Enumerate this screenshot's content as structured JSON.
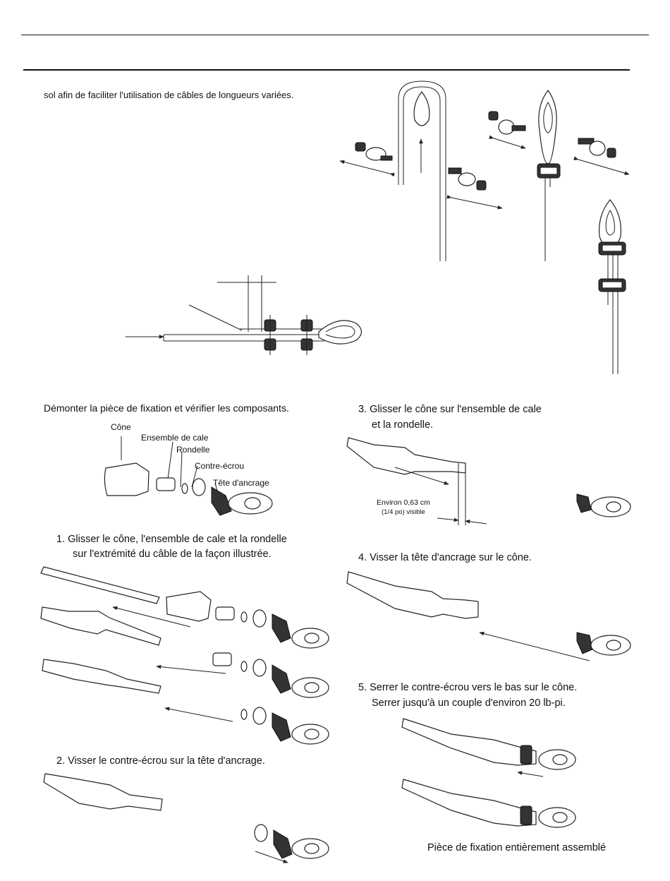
{
  "intro": {
    "line": "sol afin de faciliter l'utilisation de câbles de longueurs variées."
  },
  "left": {
    "heading": "Démonter la pièce de fixation et vérifier les composants.",
    "parts": [
      "Cône",
      "Ensemble de cale",
      "Rondelle",
      "Contre-écrou",
      "Tête d'ancrage"
    ],
    "step1": [
      "1.  Glisser le cône, l'ensemble de cale et la rondelle",
      "sur l'extrémité du câble de la façon illustrée."
    ],
    "step2": "2. Visser le contre-écrou sur la tête d'ancrage."
  },
  "right": {
    "step3": [
      "3. Glisser le cône sur l'ensemble de cale",
      "et la rondelle."
    ],
    "dim_label": [
      "Environ 0,63 cm",
      "(1/4 po) visible"
    ],
    "step4": "4. Visser la tête d'ancrage sur le cône.",
    "step5": [
      "5. Serrer le contre-écrou vers le bas sur le cône.",
      "Serrer jusqu'à un couple d'environ 20 lb-pi."
    ],
    "caption": "Pièce de fixation entièrement assemblé"
  }
}
